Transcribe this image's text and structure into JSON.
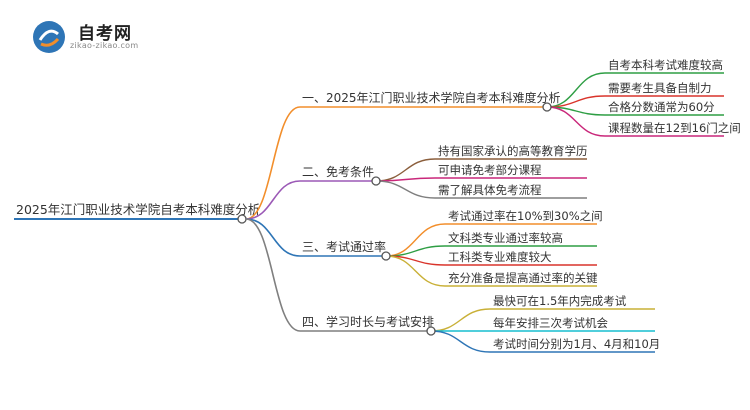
{
  "logo": {
    "name": "自考网",
    "url": "zikao-zikao.com"
  },
  "root": {
    "label": "2025年江门职业技术学院自考本科难度分析"
  },
  "branches": [
    {
      "label": "一、2025年江门职业技术学院自考本科难度分析",
      "color": "#f28e2b",
      "children": [
        {
          "label": "自考本科考试难度较高",
          "color": "#2e9e44"
        },
        {
          "label": "需要考生具备自制力",
          "color": "#d9342b"
        },
        {
          "label": "合格分数通常为60分",
          "color": "#2e9e44"
        },
        {
          "label": "课程数量在12到16门之间",
          "color": "#c9277a"
        }
      ]
    },
    {
      "label": "二、免考条件",
      "color": "#9b59b6",
      "children": [
        {
          "label": "持有国家承认的高等教育学历",
          "color": "#8b5e3c"
        },
        {
          "label": "可申请免考部分课程",
          "color": "#c9277a"
        },
        {
          "label": "需了解具体免考流程",
          "color": "#7f7f7f"
        }
      ]
    },
    {
      "label": "三、考试通过率",
      "color": "#2e75b6",
      "children": [
        {
          "label": "考试通过率在10%到30%之间",
          "color": "#f28e2b"
        },
        {
          "label": "文科类专业通过率较高",
          "color": "#2e9e44"
        },
        {
          "label": "工科类专业难度较大",
          "color": "#d9342b"
        },
        {
          "label": "充分准备是提高通过率的关键",
          "color": "#c9b037"
        }
      ]
    },
    {
      "label": "四、学习时长与考试安排",
      "color": "#7f7f7f",
      "children": [
        {
          "label": "最快可在1.5年内完成考试",
          "color": "#c9b037"
        },
        {
          "label": "每年安排三次考试机会",
          "color": "#17becf"
        },
        {
          "label": "考试时间分别为1月、4月和10月",
          "color": "#2e75b6"
        }
      ]
    }
  ]
}
